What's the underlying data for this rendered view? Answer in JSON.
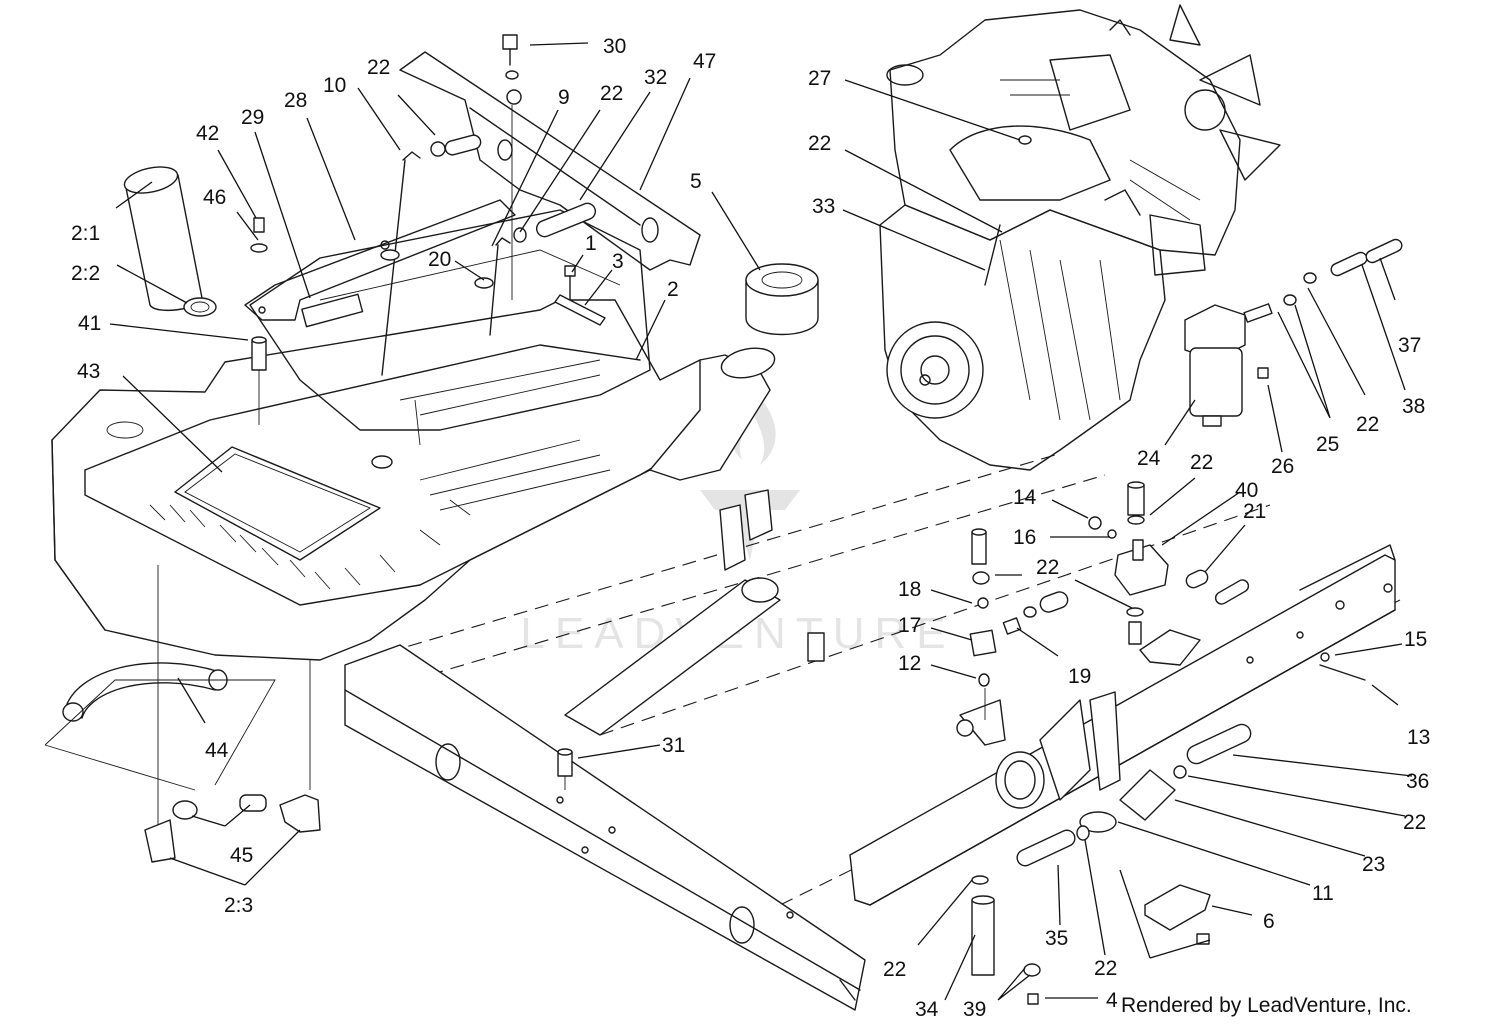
{
  "labels": [
    {
      "id": "l30",
      "text": "30"
    },
    {
      "id": "l47",
      "text": "47"
    },
    {
      "id": "l32",
      "text": "32"
    },
    {
      "id": "l22a",
      "text": "22"
    },
    {
      "id": "l9",
      "text": "9"
    },
    {
      "id": "l22b",
      "text": "22"
    },
    {
      "id": "l10",
      "text": "10"
    },
    {
      "id": "l28",
      "text": "28"
    },
    {
      "id": "l29",
      "text": "29"
    },
    {
      "id": "l42",
      "text": "42"
    },
    {
      "id": "l46",
      "text": "46"
    },
    {
      "id": "l21a",
      "text": "2:1"
    },
    {
      "id": "l22c",
      "text": "2:2"
    },
    {
      "id": "l41",
      "text": "41"
    },
    {
      "id": "l43",
      "text": "43"
    },
    {
      "id": "l20",
      "text": "20"
    },
    {
      "id": "l1",
      "text": "1"
    },
    {
      "id": "l3",
      "text": "3"
    },
    {
      "id": "l2",
      "text": "2"
    },
    {
      "id": "l5",
      "text": "5"
    },
    {
      "id": "l27",
      "text": "27"
    },
    {
      "id": "l22d",
      "text": "22"
    },
    {
      "id": "l33",
      "text": "33"
    },
    {
      "id": "l37",
      "text": "37"
    },
    {
      "id": "l38",
      "text": "38"
    },
    {
      "id": "l22e",
      "text": "22"
    },
    {
      "id": "l25",
      "text": "25"
    },
    {
      "id": "l26",
      "text": "26"
    },
    {
      "id": "l24",
      "text": "24"
    },
    {
      "id": "l22f",
      "text": "22"
    },
    {
      "id": "l40",
      "text": "40"
    },
    {
      "id": "l14",
      "text": "14"
    },
    {
      "id": "l16",
      "text": "16"
    },
    {
      "id": "l21b",
      "text": "21"
    },
    {
      "id": "l22g",
      "text": "22"
    },
    {
      "id": "l18",
      "text": "18"
    },
    {
      "id": "l17",
      "text": "17"
    },
    {
      "id": "l12",
      "text": "12"
    },
    {
      "id": "l19",
      "text": "19"
    },
    {
      "id": "l15",
      "text": "15"
    },
    {
      "id": "l13",
      "text": "13"
    },
    {
      "id": "l36",
      "text": "36"
    },
    {
      "id": "l22h",
      "text": "22"
    },
    {
      "id": "l23",
      "text": "23"
    },
    {
      "id": "l11",
      "text": "11"
    },
    {
      "id": "l6",
      "text": "6"
    },
    {
      "id": "l35",
      "text": "35"
    },
    {
      "id": "l22i",
      "text": "22"
    },
    {
      "id": "l22j",
      "text": "22"
    },
    {
      "id": "l34",
      "text": "34"
    },
    {
      "id": "l39",
      "text": "39"
    },
    {
      "id": "l4",
      "text": "4"
    },
    {
      "id": "l31",
      "text": "31"
    },
    {
      "id": "l44",
      "text": "44"
    },
    {
      "id": "l45",
      "text": "45"
    },
    {
      "id": "l23b",
      "text": "2:3"
    }
  ],
  "watermark": "LEADVENTURE",
  "credit": "Rendered by LeadVenture, Inc."
}
